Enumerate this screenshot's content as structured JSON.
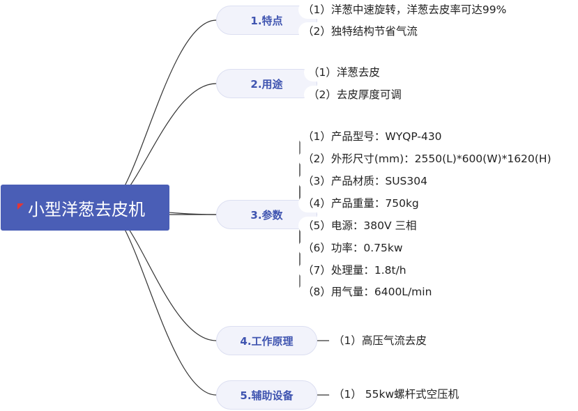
{
  "root": {
    "label": "小型洋葱去皮机"
  },
  "branches": [
    {
      "label": "1.特点",
      "items": [
        "（1）洋葱中速旋转，洋葱去皮率可达99%",
        "（2）独特结构节省气流"
      ]
    },
    {
      "label": "2.用途",
      "items": [
        "（1）洋葱去皮",
        "（2）去皮厚度可调"
      ]
    },
    {
      "label": "3.参数",
      "items": [
        "（1）产品型号：WYQP-430",
        "（2）外形尺寸(mm)：2550(L)*600(W)*1620(H)",
        "（3）产品材质：SUS304",
        "（4）产品重量：750kg",
        "（5）电源：380V 三相",
        "（6）功率：0.75kw",
        "（7）处理量：1.8t/h",
        "（8）用气量：6400L/min"
      ]
    },
    {
      "label": "4.工作原理",
      "items": [
        "（1）高压气流去皮"
      ]
    },
    {
      "label": "5.辅助设备",
      "items": [
        "（1） 55kw螺杆式空压机"
      ]
    }
  ],
  "colors": {
    "root_fill": "#4a5eb6",
    "branch_text": "#3f54b0",
    "branch_fill": "#f2f3fb",
    "line": "#333333"
  }
}
